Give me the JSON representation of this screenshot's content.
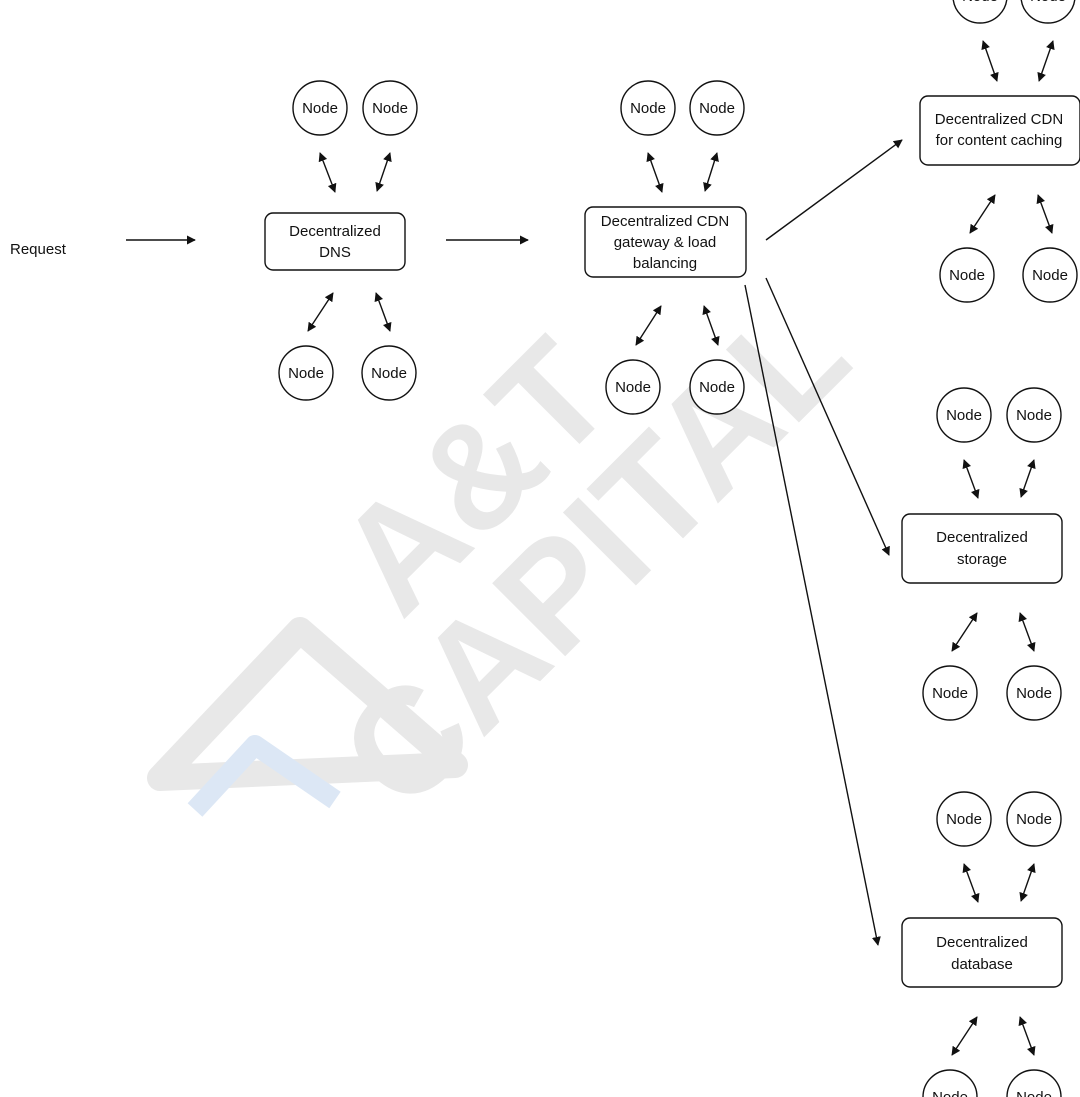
{
  "diagram": {
    "request_label": "Request",
    "watermark": {
      "line1": "A&T",
      "line2": "CAPITAL"
    },
    "node_label": "Node",
    "boxes": {
      "dns": [
        "Decentralized",
        "DNS"
      ],
      "gateway": [
        "Decentralized CDN",
        "gateway & load",
        "balancing"
      ],
      "cdn_cache": [
        "Decentralized CDN",
        "for content caching"
      ],
      "storage": [
        "Decentralized",
        "storage"
      ],
      "database": [
        "Decentralized",
        "database"
      ]
    }
  },
  "colors": {
    "stroke": "#111111",
    "watermark": "#e6e6e6",
    "watermark_accent": "#d8e4f4"
  }
}
